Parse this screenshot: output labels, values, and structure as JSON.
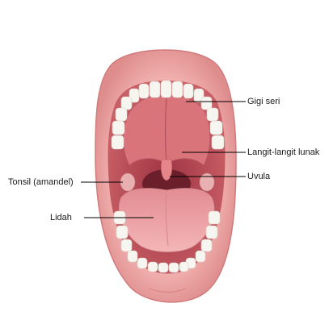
{
  "labels": {
    "gigi_seri": "Gigi seri",
    "langit_langit_lunak": "Langit-langit lunak",
    "uvula": "Uvula",
    "tonsil": "Tonsil (amandel)",
    "lidah": "Lidah"
  },
  "colors": {
    "lip": "#e99a9a",
    "lip_dark": "#d77d7d",
    "cavity": "#b94a55",
    "palate": "#d87075",
    "teeth": "#f6f4ee",
    "tongue": "#eea1a4",
    "throat": "#6a1f2a",
    "leader": "#000000"
  }
}
